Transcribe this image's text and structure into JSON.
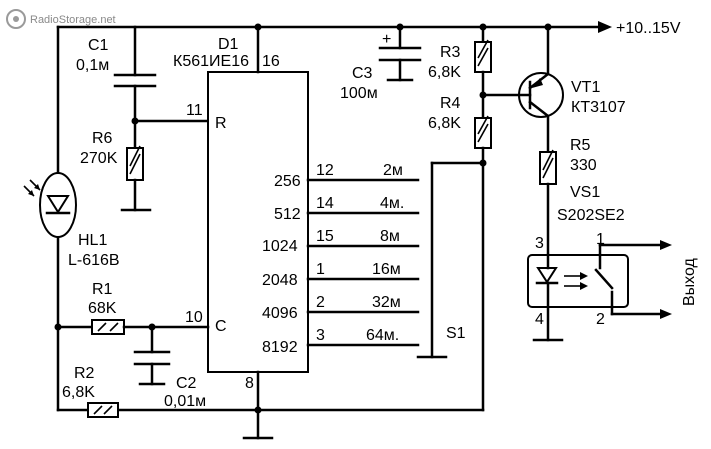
{
  "watermark": "RadioStorage.net",
  "supply": "+10..15V",
  "c1": {
    "name": "C1",
    "value": "0,1м"
  },
  "d1": {
    "name": "D1",
    "part": "К561ИЕ16",
    "pin_vdd": "16",
    "pin_gnd": "8",
    "pin_r": "11",
    "pin_c": "10",
    "label_r": "R",
    "label_c": "C"
  },
  "r6": {
    "name": "R6",
    "value": "270K"
  },
  "hl1": {
    "name": "HL1",
    "part": "L-616B"
  },
  "r1": {
    "name": "R1",
    "value": "68K"
  },
  "r2": {
    "name": "R2",
    "value": "6,8K"
  },
  "c2": {
    "name": "C2",
    "value": "0,01м"
  },
  "c3": {
    "name": "C3",
    "value": "100м",
    "polarity": "+"
  },
  "r3": {
    "name": "R3",
    "value": "6,8K"
  },
  "r4": {
    "name": "R4",
    "value": "6,8K"
  },
  "r5": {
    "name": "R5",
    "value": "330"
  },
  "vt1": {
    "name": "VT1",
    "part": "КТ3107"
  },
  "vs1": {
    "name": "VS1",
    "part": "S202SE2",
    "pin1": "1",
    "pin2": "2",
    "pin3": "3",
    "pin4": "4"
  },
  "output": "Выход",
  "switch": "S1",
  "outputs": [
    {
      "div": "256",
      "pin": "12",
      "time": "2м"
    },
    {
      "div": "512",
      "pin": "14",
      "time": "4м."
    },
    {
      "div": "1024",
      "pin": "15",
      "time": "8м"
    },
    {
      "div": "2048",
      "pin": "1",
      "time": "16м"
    },
    {
      "div": "4096",
      "pin": "2",
      "time": "32м"
    },
    {
      "div": "8192",
      "pin": "3",
      "time": "64м."
    }
  ]
}
